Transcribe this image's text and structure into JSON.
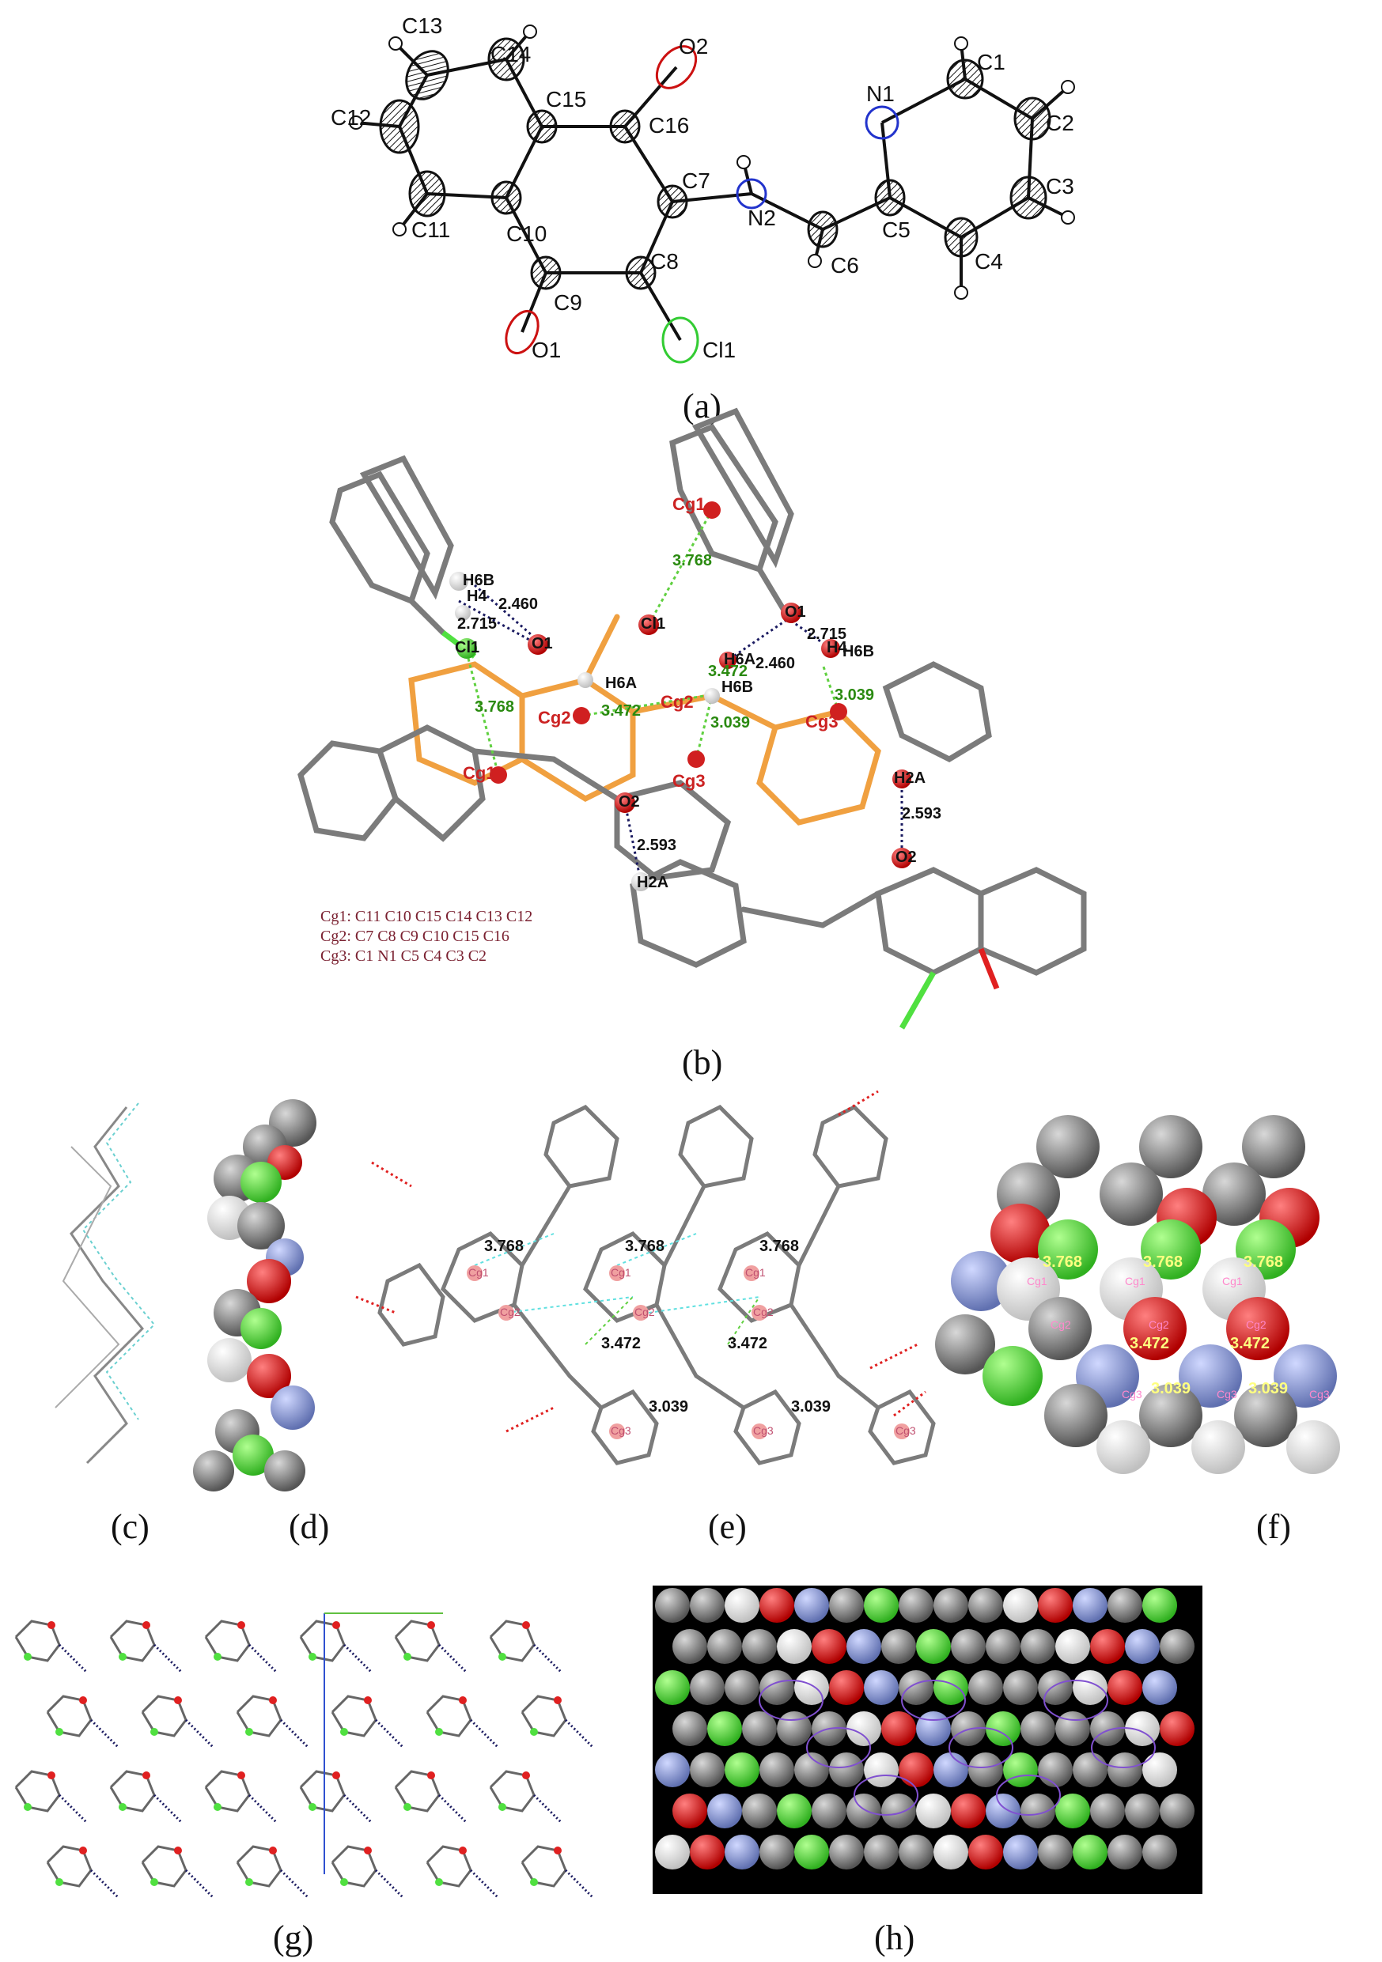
{
  "panels": {
    "a": "(a)",
    "b": "(b)",
    "c": "(c)",
    "d": "(d)",
    "e": "(e)",
    "f": "(f)",
    "g": "(g)",
    "h": "(h)"
  },
  "atoms": {
    "C13": "C13",
    "C14": "C14",
    "O2": "O2",
    "C12": "C12",
    "C15": "C15",
    "C16": "C16",
    "C11": "C11",
    "C10": "C10",
    "C7": "C7",
    "N2": "N2",
    "C9": "C9",
    "C8": "C8",
    "O1": "O1",
    "Cl1": "Cl1",
    "C6": "C6",
    "C5": "C5",
    "N1": "N1",
    "C1": "C1",
    "C2": "C2",
    "C3": "C3",
    "C4": "C4"
  },
  "panel_b": {
    "distances": {
      "d1": "2.460",
      "d2": "2.715",
      "d3": "3.768",
      "d4": "3.472",
      "d5": "3.039",
      "d6": "2.593",
      "d7": "3.768",
      "d8": "2.460",
      "d9": "2.715",
      "d10": "3.472",
      "d11": "3.039",
      "d12": "2.593"
    },
    "atom_tags": {
      "h6b_1": "H6B",
      "h4_1": "H4",
      "cl1_1": "Cl1",
      "o1_1": "O1",
      "h6a_1": "H6A",
      "cg2_1": "Cg2",
      "cg1_1": "Cg1",
      "o2_1": "O2",
      "h2a_1": "H2A",
      "cg1_2": "Cg1",
      "cl1_2": "Cl1",
      "o1_2": "O1",
      "h6a_2": "H6A",
      "h6b_2": "H6B",
      "h4_2": "H4",
      "cg2_2": "Cg2",
      "cg3_1": "Cg3",
      "cg3_2": "Cg3",
      "h2a_2": "H2A",
      "o2_2": "O2",
      "h6b_3": "H6B"
    },
    "legend": [
      "Cg1: C11 C10 C15 C14 C13 C12",
      "Cg2: C7 C8 C9 C10 C15 C16",
      "Cg3: C1 N1 C5 C4 C3 C2"
    ]
  },
  "panel_e": {
    "distances": [
      "3.768",
      "3.768",
      "3.768",
      "3.472",
      "3.472",
      "3.039",
      "3.039"
    ],
    "cg": [
      "Cg1",
      "Cg1",
      "Cg1",
      "Cg2",
      "Cg2",
      "Cg2",
      "Cg3",
      "Cg3",
      "Cg3"
    ]
  },
  "panel_f": {
    "distances": [
      "3.768",
      "3.768",
      "3.768",
      "3.472",
      "3.472",
      "3.039",
      "3.039"
    ],
    "cg": [
      "Cg1",
      "Cg1",
      "Cg1",
      "Cg2",
      "Cg2",
      "Cg2",
      "Cg3",
      "Cg3",
      "Cg3"
    ]
  },
  "colors": {
    "carbon": "#7b7b7b",
    "oxygen": "#e02020",
    "nitrogen": "#8090d0",
    "chlorine": "#50e040",
    "hydrogen": "#f2f2f2",
    "highlight": "#f0a040",
    "hbond": "#1a1a60",
    "pi_contact": "#60d040",
    "h_background": "#000000"
  }
}
